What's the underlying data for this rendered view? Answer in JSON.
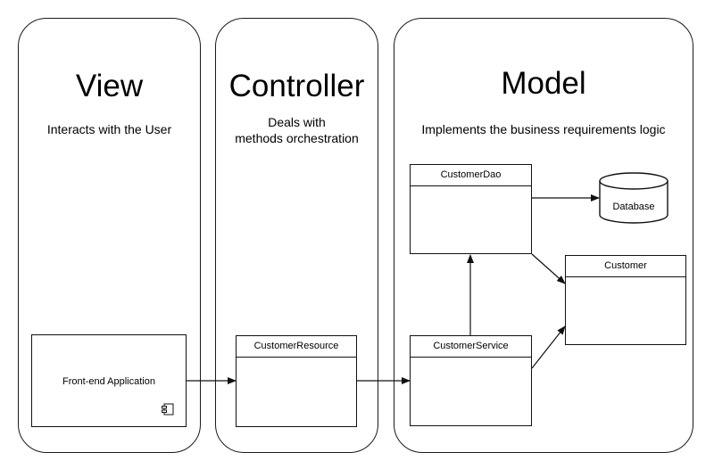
{
  "view": {
    "title": "View",
    "description": "Interacts with the User",
    "component_label": "Front-end Application",
    "component_icon": "uml-component-icon"
  },
  "controller": {
    "title": "Controller",
    "description_line1": "Deals with",
    "description_line2": "methods orchestration",
    "class_name": "CustomerResource"
  },
  "model": {
    "title": "Model",
    "description": "Implements the business requirements logic",
    "classes": {
      "dao": "CustomerDao",
      "service": "CustomerService",
      "entity": "Customer"
    },
    "database_label": "Database"
  },
  "colors": {
    "stroke": "#111111",
    "background": "#ffffff"
  }
}
